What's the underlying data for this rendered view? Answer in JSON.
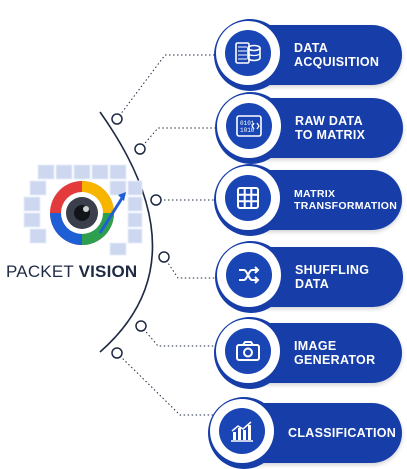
{
  "brand": {
    "name_light": "PACKET ",
    "name_bold": "VISION",
    "colors": {
      "primary": "#173ea8",
      "text": "#1f2a44",
      "connector": "#1f2a44"
    }
  },
  "steps": [
    {
      "label": "DATA\nACQUISITION",
      "icon": "database-icon"
    },
    {
      "label": "RAW DATA\nTO MATRIX",
      "icon": "binary-code-icon"
    },
    {
      "label": "MATRIX\nTRANSFORMATION",
      "icon": "grid-icon"
    },
    {
      "label": "SHUFFLING\nDATA",
      "icon": "shuffle-icon"
    },
    {
      "label": "IMAGE\nGENERATOR",
      "icon": "camera-icon"
    },
    {
      "label": "CLASSIFICATION",
      "icon": "bar-chart-icon"
    }
  ]
}
